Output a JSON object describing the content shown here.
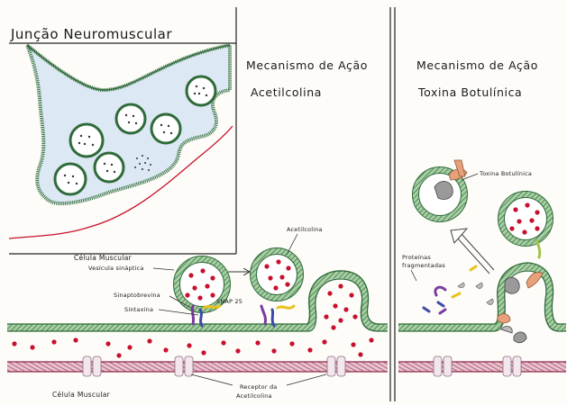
{
  "inset": {
    "title": "Junção Neuromuscular",
    "muscle_label": "Célula Muscular"
  },
  "left_panel": {
    "heading": "Mecanismo de Ação",
    "subheading": "Acetilcolina",
    "labels": {
      "vesicle": "Vesícula sináptica",
      "synaptobrevin": "Sinaptobrevina",
      "syntaxin": "Sintaxina",
      "snap25": "SNAP 25",
      "acetylcholine": "Acetilcolina",
      "muscle_cell": "Célula Muscular",
      "receptor_line1": "Receptor da",
      "receptor_line2": "Acetilcolina"
    }
  },
  "right_panel": {
    "heading": "Mecanismo de Ação",
    "subheading": "Toxina Botulínica",
    "labels": {
      "toxin": "Toxina Botulínica",
      "fragments_line1": "Proteínas",
      "fragments_line2": "fragmentadas"
    }
  },
  "colors": {
    "membrane_green": "#2f6b3a",
    "membrane_light": "#9cc79a",
    "acetylcholine_red": "#c8102e",
    "muscle_membrane": "#8b2a4a",
    "receptor": "#e8d5dc",
    "synaptobrevin": "#7b3aa0",
    "syntaxin": "#3b4aa8",
    "snap25": "#e8c21a",
    "toxin": "#e8a07a",
    "nerve_fill": "#d9e6f2"
  }
}
